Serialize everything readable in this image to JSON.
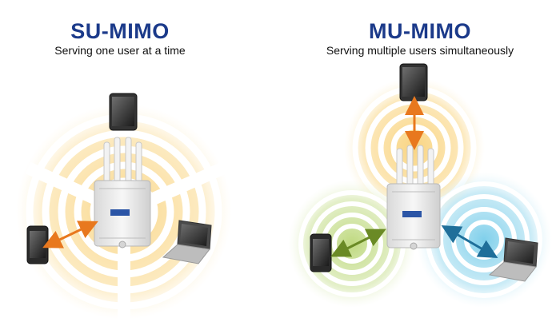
{
  "su": {
    "title": "SU-MIMO",
    "subtitle": "Serving one user at a time"
  },
  "mu": {
    "title": "MU-MIMO",
    "subtitle": "Serving multiple users simultaneously"
  },
  "colors": {
    "title": "#1b3a8a",
    "orange": "#f5b82e",
    "green": "#9cc43a",
    "blue": "#3bb6e0",
    "arrow_orange": "#e8781e",
    "arrow_green": "#6a8a25",
    "arrow_blue": "#1f6f9a"
  },
  "icons": {
    "access_point": "access-point-icon",
    "tablet": "tablet-icon",
    "phone": "smartphone-icon",
    "laptop": "laptop-icon"
  }
}
